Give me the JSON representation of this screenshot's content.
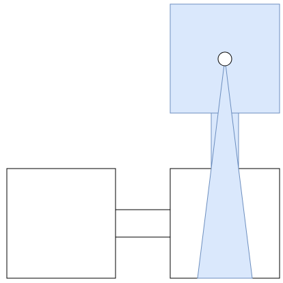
{
  "colors": {
    "background": "#ffffff",
    "outline": "#000000",
    "accent_fill": "#dae8fc",
    "accent_stroke": "#6c8ebf",
    "handle_fill": "#ffffff"
  },
  "shapes": {
    "left_box": {
      "kind": "rectangle",
      "fill": "none"
    },
    "right_box": {
      "kind": "rectangle",
      "fill": "none"
    },
    "top_box": {
      "kind": "rectangle",
      "fill": "accent"
    },
    "connector_top_line": {
      "kind": "line"
    },
    "connector_bottom_line": {
      "kind": "line"
    },
    "neck_rect": {
      "kind": "rectangle",
      "fill": "accent"
    },
    "beam_triangle": {
      "kind": "triangle",
      "fill": "accent"
    },
    "pivot_circle": {
      "kind": "circle",
      "fill": "white"
    }
  }
}
